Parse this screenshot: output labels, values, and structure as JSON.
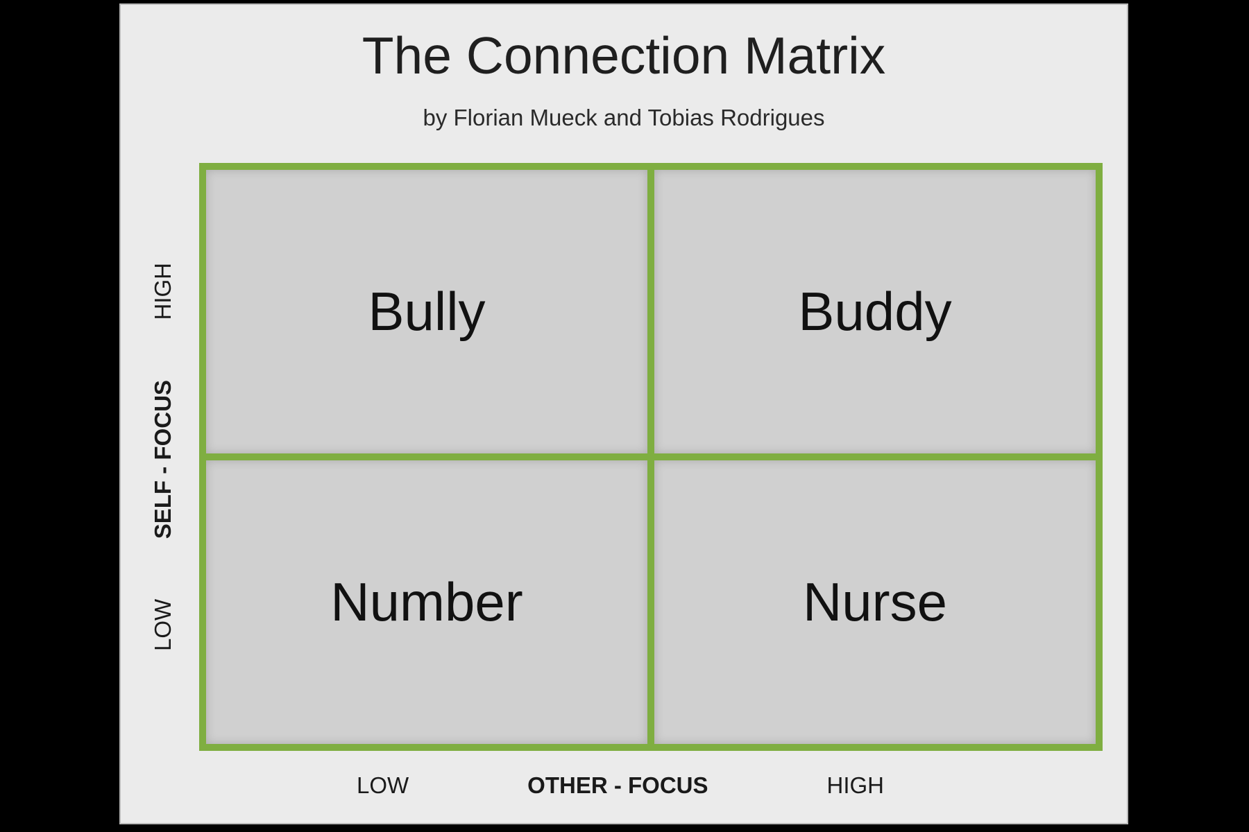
{
  "title": "The Connection Matrix",
  "subtitle": "by Florian Mueck and Tobias Rodrigues",
  "quadrants": {
    "top_left": "Bully",
    "top_right": "Buddy",
    "bottom_left": "Number",
    "bottom_right": "Nurse"
  },
  "y_axis": {
    "name": "SELF - FOCUS",
    "low": "LOW",
    "high": "HIGH"
  },
  "x_axis": {
    "name": "OTHER - FOCUS",
    "low": "LOW",
    "high": "HIGH"
  },
  "colors": {
    "grid_border": "#7fae41",
    "cell_fill": "#d0d0d0",
    "background": "#ebebeb"
  }
}
